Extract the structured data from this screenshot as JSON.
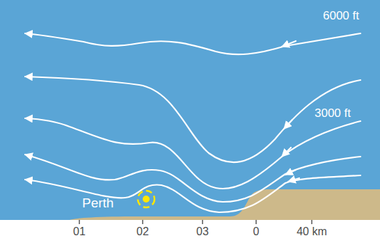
{
  "diagram": {
    "labels": [
      "6000 ft",
      "3000 ft",
      "Perth",
      "01",
      "02",
      "03",
      "0",
      "40 km"
    ]
  }
}
